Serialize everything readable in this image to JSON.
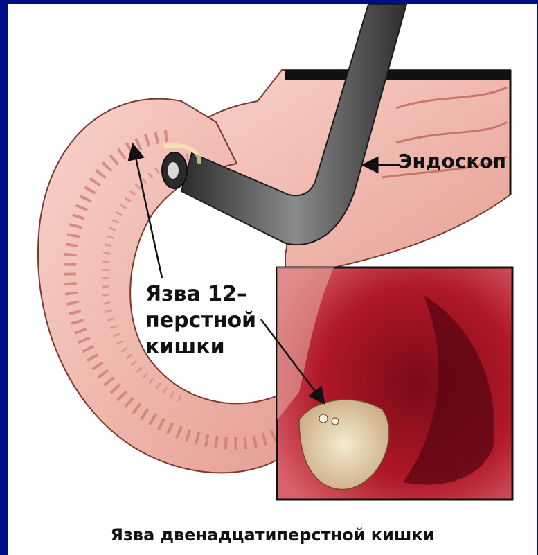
{
  "labels": {
    "endoscope": "Эндоскоп",
    "ulcer_line1": "Язва 12–",
    "ulcer_line2": "перстной",
    "ulcer_line3": "кишки"
  },
  "caption": "Язва двенадцатиперстной кишки",
  "colors": {
    "frame_border": "#000e86",
    "tissue": "#f2b8ae",
    "tissue_dark": "#d98a80",
    "endoscope": "#505050",
    "inset_red": "#a01020",
    "ulcer": "#e8d8b0"
  }
}
